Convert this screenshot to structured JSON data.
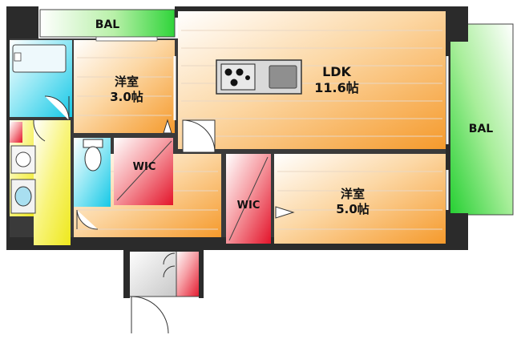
{
  "rooms": {
    "bal_top": "BAL",
    "bal_right": "BAL",
    "ldk_name": "LDK",
    "ldk_size": "11.6帖",
    "western1_name": "洋室",
    "western1_size": "3.0帖",
    "western2_name": "洋室",
    "western2_size": "5.0帖",
    "wic1": "WIC",
    "wic2": "WIC"
  },
  "colors": {
    "wall": "#2b2b2b",
    "balcony_green": "#29d63a",
    "wood_orange": "#f7a23a",
    "wic_red": "#e8192c",
    "hall_yellow": "#f2ee20",
    "bath_cyan": "#1ccdea",
    "entrance_gray": "#cfcfcf"
  }
}
